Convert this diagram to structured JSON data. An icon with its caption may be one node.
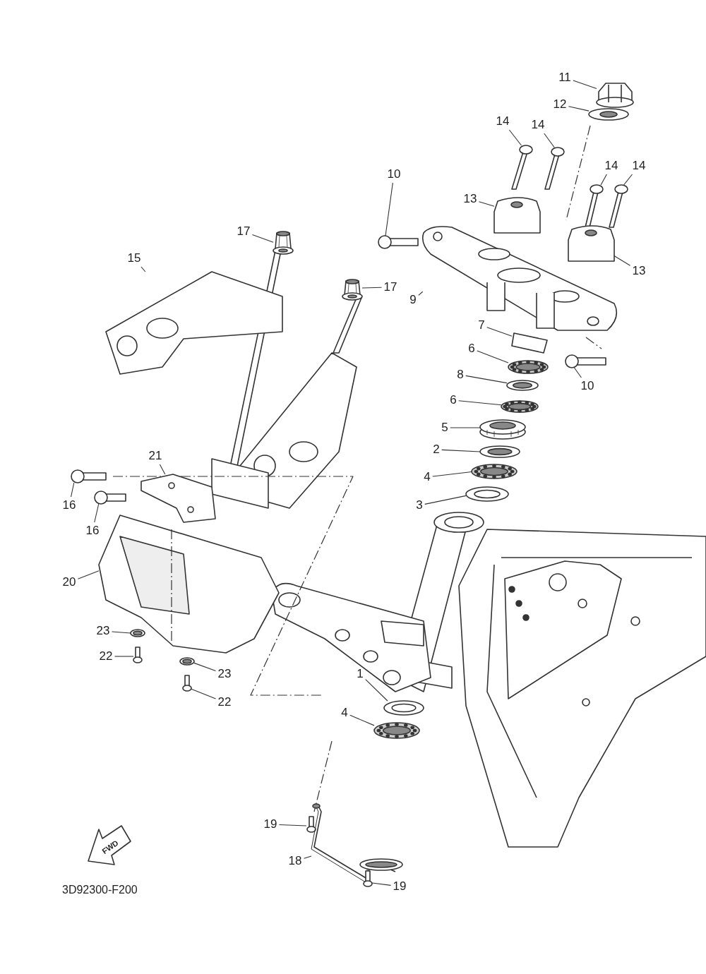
{
  "diagram": {
    "nodes": [
      {
        "text": [
          "11"
        ]
      },
      {
        "text": [
          "12"
        ]
      },
      {
        "text": [
          "14"
        ]
      },
      {
        "text": [
          "14"
        ]
      },
      {
        "text": [
          "14"
        ]
      },
      {
        "text": [
          "14"
        ]
      },
      {
        "text": [
          "13"
        ]
      },
      {
        "text": [
          "10"
        ]
      },
      {
        "text": [
          "17"
        ]
      },
      {
        "text": [
          "15"
        ]
      },
      {
        "text": [
          "17"
        ]
      },
      {
        "text": [
          "13"
        ]
      },
      {
        "text": [
          "9"
        ]
      },
      {
        "text": [
          "7"
        ]
      },
      {
        "text": [
          "10"
        ]
      },
      {
        "text": [
          "6"
        ]
      },
      {
        "text": [
          "8"
        ]
      },
      {
        "text": [
          "6"
        ]
      },
      {
        "text": [
          "5"
        ]
      },
      {
        "text": [
          "2"
        ]
      },
      {
        "text": [
          "21"
        ]
      },
      {
        "text": [
          "4"
        ]
      },
      {
        "text": [
          "3"
        ]
      },
      {
        "text": [
          "16"
        ]
      },
      {
        "text": [
          "16"
        ]
      },
      {
        "text": [
          "20"
        ]
      },
      {
        "text": [
          "23"
        ]
      },
      {
        "text": [
          "22"
        ]
      },
      {
        "text": [
          "23"
        ]
      },
      {
        "text": [
          "22"
        ]
      },
      {
        "text": [
          "1"
        ]
      },
      {
        "text": [
          "4"
        ]
      },
      {
        "text": [
          "19"
        ]
      },
      {
        "text": [
          "18"
        ]
      },
      {
        "text": [
          "19"
        ]
      },
      {
        "text": [],
        "shape": "picture"
      },
      {
        "text": [],
        "shape": "picture"
      },
      {
        "text": [],
        "shape": "picture"
      },
      {
        "text": [],
        "shape": "picture"
      },
      {
        "text": [],
        "shape": "picture"
      },
      {
        "text": [],
        "shape": "picture"
      },
      {
        "text": [],
        "shape": "picture"
      },
      {
        "text": [],
        "shape": "picture"
      },
      {
        "text": [],
        "shape": "picture"
      },
      {
        "text": [],
        "shape": "picture"
      },
      {
        "text": [],
        "shape": "picture"
      },
      {
        "text": [],
        "shape": "picture"
      },
      {
        "text": [],
        "shape": "picture"
      },
      {
        "text": [],
        "shape": "picture"
      },
      {
        "text": [],
        "shape": "picture"
      },
      {
        "text": [],
        "shape": "picture"
      },
      {
        "text": [],
        "shape": "picture"
      },
      {
        "text": [],
        "shape": "picture"
      },
      {
        "text": [],
        "shape": "picture"
      },
      {
        "text": [],
        "shape": "picture"
      },
      {
        "text": [],
        "shape": "picture"
      },
      {
        "text": [],
        "shape": "picture"
      },
      {
        "text": [],
        "shape": "picture"
      },
      {
        "text": [],
        "shape": "picture"
      },
      {
        "text": [],
        "shape": "picture"
      },
      {
        "text": [],
        "shape": "picture"
      },
      {
        "text": [],
        "shape": "picture"
      },
      {
        "text": [],
        "shape": "picture"
      },
      {
        "text": [],
        "shape": "picture"
      },
      {
        "text": [],
        "shape": "picture"
      },
      {
        "text": [],
        "shape": "picture"
      },
      {
        "text": [],
        "shape": "picture"
      },
      {
        "text": [],
        "shape": "picture"
      },
      {
        "text": [],
        "shape": "picture"
      },
      {
        "text": [],
        "shape": "picture"
      },
      {
        "text": [
          "FWD"
        ]
      }
    ],
    "edges": [
      {
        "from": 0,
        "to": 35,
        "arrow": "none"
      },
      {
        "from": 1,
        "to": 36,
        "arrow": "none"
      },
      {
        "from": 2,
        "to": 37,
        "arrow": "none"
      },
      {
        "from": 3,
        "to": 38,
        "arrow": "none"
      },
      {
        "from": 4,
        "to": 39,
        "arrow": "none"
      },
      {
        "from": 5,
        "to": 40,
        "arrow": "none"
      },
      {
        "from": 6,
        "to": 41,
        "arrow": "none"
      },
      {
        "from": 7,
        "to": 42,
        "arrow": "none"
      },
      {
        "from": 8,
        "to": 43,
        "arrow": "none"
      },
      {
        "from": 9,
        "to": 44,
        "arrow": "none"
      },
      {
        "from": 10,
        "to": 45,
        "arrow": "none"
      },
      {
        "from": 11,
        "to": 46,
        "arrow": "none"
      },
      {
        "from": 12,
        "to": 47,
        "arrow": "none"
      },
      {
        "from": 13,
        "to": 48,
        "arrow": "none"
      },
      {
        "from": 14,
        "to": 49,
        "arrow": "none"
      },
      {
        "from": 15,
        "to": 50,
        "arrow": "none"
      },
      {
        "from": 16,
        "to": 51,
        "arrow": "none"
      },
      {
        "from": 17,
        "to": 52,
        "arrow": "none"
      },
      {
        "from": 18,
        "to": 53,
        "arrow": "none"
      },
      {
        "from": 19,
        "to": 54,
        "arrow": "none"
      },
      {
        "from": 20,
        "to": 55,
        "arrow": "none"
      },
      {
        "from": 21,
        "to": 56,
        "arrow": "none"
      },
      {
        "from": 22,
        "to": 57,
        "arrow": "none"
      },
      {
        "from": 23,
        "to": 58,
        "arrow": "none"
      },
      {
        "from": 24,
        "to": 59,
        "arrow": "none"
      },
      {
        "from": 25,
        "to": 60,
        "arrow": "none"
      },
      {
        "from": 26,
        "to": 61,
        "arrow": "none"
      },
      {
        "from": 27,
        "to": 62,
        "arrow": "none"
      },
      {
        "from": 28,
        "to": 63,
        "arrow": "none"
      },
      {
        "from": 29,
        "to": 64,
        "arrow": "none"
      },
      {
        "from": 30,
        "to": 65,
        "arrow": "none"
      },
      {
        "from": 31,
        "to": 66,
        "arrow": "none"
      },
      {
        "from": 32,
        "to": 67,
        "arrow": "none"
      },
      {
        "from": 33,
        "to": 68,
        "arrow": "none"
      },
      {
        "from": 34,
        "to": 69,
        "arrow": "none"
      }
    ],
    "labels": [
      "3D92300-F200"
    ]
  }
}
